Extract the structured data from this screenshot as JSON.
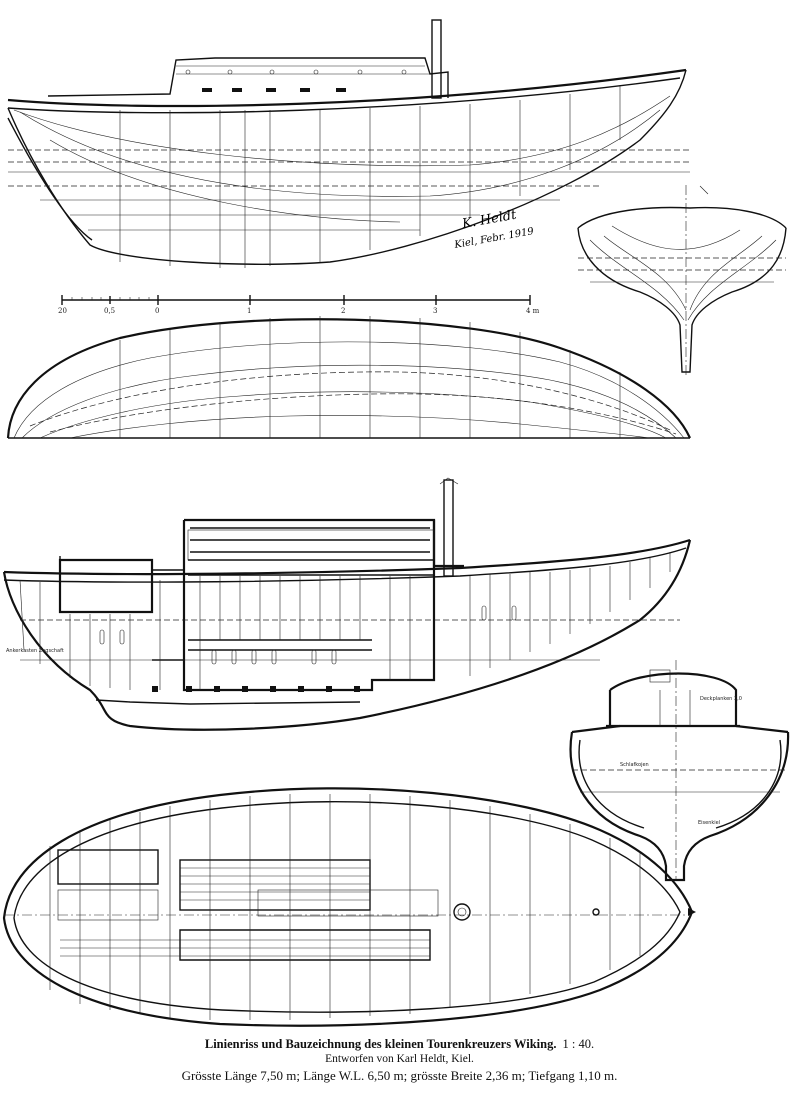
{
  "signature": {
    "line1": "K. Heldt",
    "line2": "Kiel, Febr. 1919"
  },
  "scale_bar": {
    "ticks": [
      "20",
      "0,5",
      "0",
      "1",
      "2",
      "3",
      "4 m"
    ]
  },
  "section_labels": {
    "fore_deck_note": "Deckplanken 3,0",
    "side_note": "Schlafkojen",
    "keel_note": "Eisenkiel",
    "left_note": "Ankerkasten Zugschaft"
  },
  "caption": {
    "title": "Linienriss und Bauzeichnung des kleinen Tourenkreuzers Wiking.",
    "scale": "1 : 40.",
    "designer": "Entworfen von Karl Heldt, Kiel.",
    "dimensions": "Grösste Länge 7,50 m; Länge W.L. 6,50 m; grösste Breite 2,36 m; Tiefgang 1,10 m."
  },
  "colors": {
    "ink": "#111111",
    "paper": "#ffffff"
  }
}
